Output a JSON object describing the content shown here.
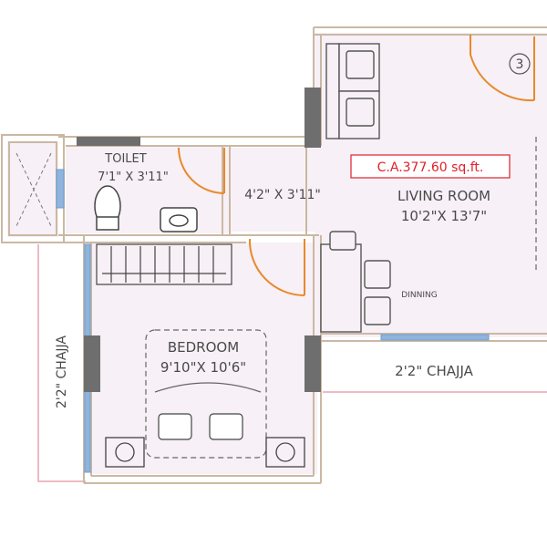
{
  "rooms": {
    "toilet": {
      "name": "TOILET",
      "size": "7'1\" X 3'11\""
    },
    "passage": {
      "size": "4'2\" X 3'11\""
    },
    "living_room": {
      "name": "LIVING ROOM",
      "size": "10'2\"X 13'7\""
    },
    "bedroom": {
      "name": "BEDROOM",
      "size": "9'10\"X 10'6\""
    },
    "dinning": {
      "name": "DINNING"
    }
  },
  "carpet_area": "C.A.377.60 sq.ft.",
  "chajja_bottom": "2'2\" CHAJJA",
  "chajja_left": "2'2\" CHAJJA",
  "unit_number": "3",
  "colors": {
    "floor": "#f7f0f6",
    "wall": "#cbb8a3",
    "door_swing": "#e8892a",
    "window": "#6f9cd0",
    "column": "#6e6e6e",
    "chajja_line": "#e8a4b2",
    "area_label": "#e0202a"
  }
}
